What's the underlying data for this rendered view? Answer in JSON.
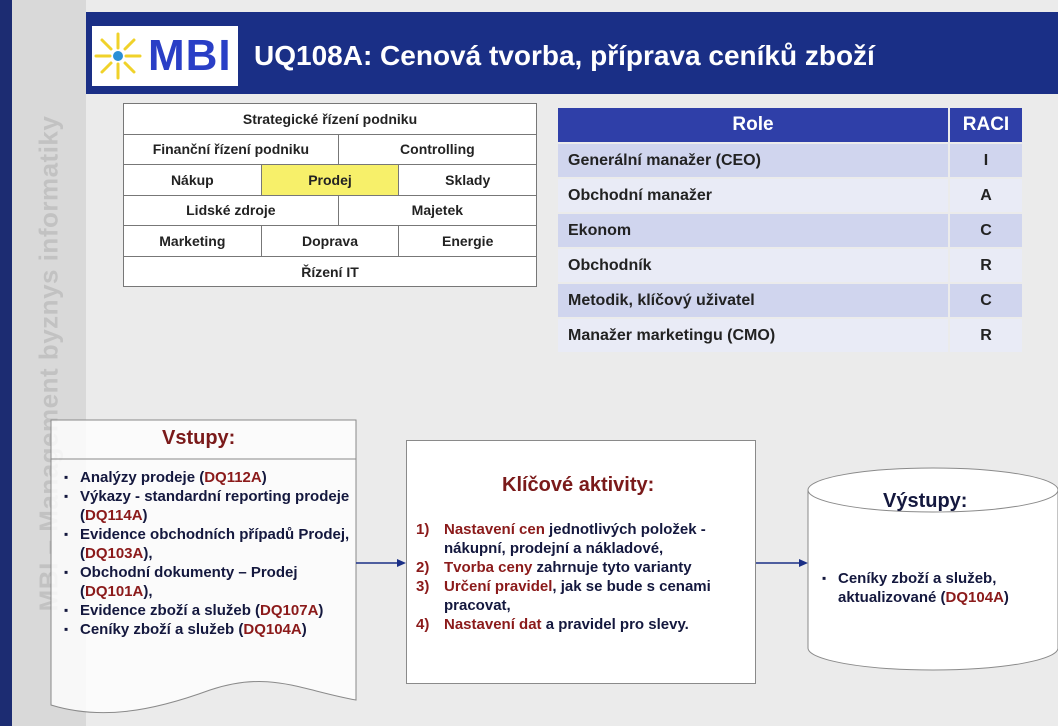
{
  "logo": {
    "brand_text": "MBI"
  },
  "title": "UQ108A: Cenová tvorba, příprava ceníků zboží",
  "side_text": "MBI – Management byznys informatiky",
  "process_map": {
    "row1": [
      "Strategické řízení podniku"
    ],
    "row2": [
      "Finanční řízení podniku",
      "Controlling"
    ],
    "row3": [
      "Nákup",
      "Prodej",
      "Sklady"
    ],
    "row4": [
      "Lidské zdroje",
      "Majetek"
    ],
    "row5": [
      "Marketing",
      "Doprava",
      "Energie"
    ],
    "row6": [
      "Řízení IT"
    ],
    "highlighted": "Prodej",
    "highlight_color": "#f7f06a"
  },
  "raci": {
    "header_role": "Role",
    "header_raci": "RACI",
    "rows": [
      {
        "role": "Generální manažer (CEO)",
        "raci": "I"
      },
      {
        "role": "Obchodní manažer",
        "raci": "A"
      },
      {
        "role": "Ekonom",
        "raci": "C"
      },
      {
        "role": "Obchodník",
        "raci": "R"
      },
      {
        "role": "Metodik, klíčový uživatel",
        "raci": "C"
      },
      {
        "role": "Manažer marketingu (CMO)",
        "raci": "R"
      }
    ]
  },
  "inputs": {
    "heading": "Vstupy:",
    "items": [
      {
        "pre": "Analýzy  prodeje (",
        "code": "DQ112A",
        "post": ")"
      },
      {
        "pre": "Výkazy  - standardní reporting prodeje (",
        "code": "DQ114A",
        "post": ")"
      },
      {
        "pre": "Evidence obchodních případů Prodej, (",
        "code": "DQ103A",
        "post": "),"
      },
      {
        "pre": "Obchodní dokumenty  – Prodej (",
        "code": "DQ101A",
        "post": "),"
      },
      {
        "pre": "Evidence zboží a služeb (",
        "code": "DQ107A",
        "post": ")"
      },
      {
        "pre": "Ceníky zboží a služeb (",
        "code": "DQ104A",
        "post": ")"
      }
    ]
  },
  "activities": {
    "heading": "Klíčové aktivity:",
    "items": [
      {
        "num": "1)",
        "lead": "Nastavení cen",
        "rest": " jednotlivých položek - nákupní, prodejní a nákladové,"
      },
      {
        "num": "2)",
        "lead": "Tvorba ceny",
        "rest": " zahrnuje tyto varianty"
      },
      {
        "num": "3)",
        "lead": "Určení pravidel",
        "rest": ", jak se bude s cenami pracovat,"
      },
      {
        "num": "4)",
        "lead": "Nastavení dat",
        "rest": " a pravidel pro slevy."
      }
    ]
  },
  "outputs": {
    "heading": "Výstupy:",
    "items": [
      {
        "pre": "Ceníky zboží a služeb, aktualizované (",
        "code": "DQ104A",
        "post": ")"
      }
    ]
  },
  "colors": {
    "header_bg": "#1a2f86",
    "accent_red": "#8b1a1a",
    "table_header": "#2f3fa8"
  }
}
